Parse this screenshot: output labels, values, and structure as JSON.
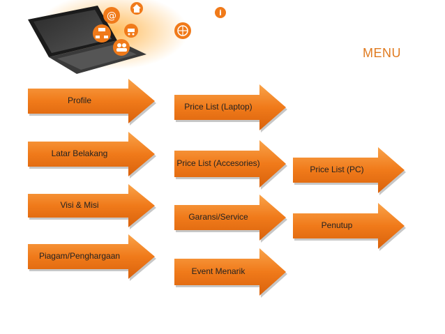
{
  "menu_title": "MENU",
  "accent_color": "#f07a1a",
  "hero_icons": [
    "at-sign-icon",
    "home-icon",
    "info-icon",
    "sitemap-icon",
    "cart-icon",
    "users-icon",
    "globe-icon"
  ],
  "menu": {
    "col1": [
      {
        "label": "Profile"
      },
      {
        "label": "Latar Belakang"
      },
      {
        "label": "Visi & Misi"
      },
      {
        "label": "Piagam/Penghargaan"
      }
    ],
    "col2": [
      {
        "label": "Price List (Laptop)"
      },
      {
        "label": "Price List (Accesories)"
      },
      {
        "label": "Garansi/Service"
      },
      {
        "label": "Event Menarik"
      }
    ],
    "col3": [
      {
        "label": "Price List (PC)"
      },
      {
        "label": "Penutup"
      }
    ]
  }
}
